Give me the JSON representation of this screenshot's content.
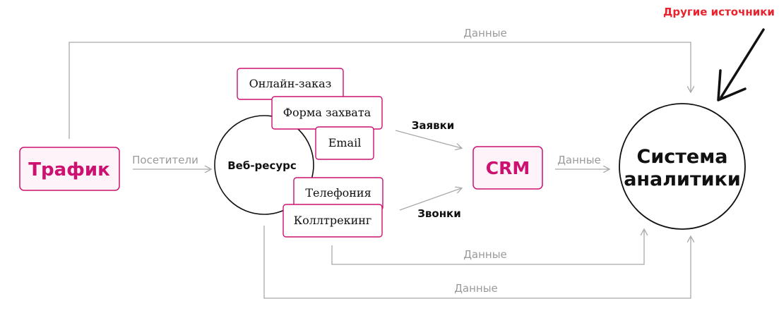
{
  "colors": {
    "accent": "#cc1170",
    "accent_fill": "#fdf3f8",
    "line": "#a9a9a9",
    "note": "#e8232e"
  },
  "nodes": {
    "traffic": "Трафик",
    "web_resource": "Веб-ресурс",
    "crm": "CRM",
    "analytics_line1": "Система",
    "analytics_line2": "аналитики"
  },
  "sources": {
    "online_order": "Онлайн-заказ",
    "capture_form": "Форма захвата",
    "email": "Email",
    "telephony": "Телефония",
    "calltracking": "Коллтрекинг"
  },
  "labels": {
    "data_top": "Данные",
    "visitors": "Посетители",
    "requests": "Заявки",
    "calls": "Звонки",
    "data_crm": "Данные",
    "data_mid": "Данные",
    "data_bottom": "Данные",
    "other_sources": "Другие источники"
  }
}
